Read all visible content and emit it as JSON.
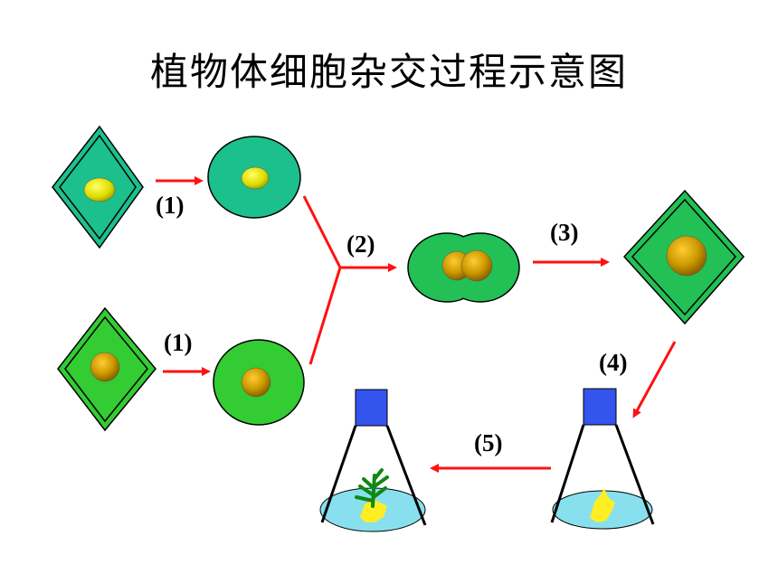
{
  "title": "植物体细胞杂交过程示意图",
  "steps": {
    "s1a": "(1)",
    "s1b": "(1)",
    "s2": "(2)",
    "s3": "(3)",
    "s4": "(4)",
    "s5": "(5)"
  },
  "colors": {
    "cell_a": "#1cc08c",
    "cell_b": "#33cc33",
    "hybrid": "#22c055",
    "arrow": "#ff1111",
    "liquid": "#88e0ee",
    "stopper": "#3355ee",
    "callus": "#ffee22",
    "plantlet": "#118811"
  }
}
